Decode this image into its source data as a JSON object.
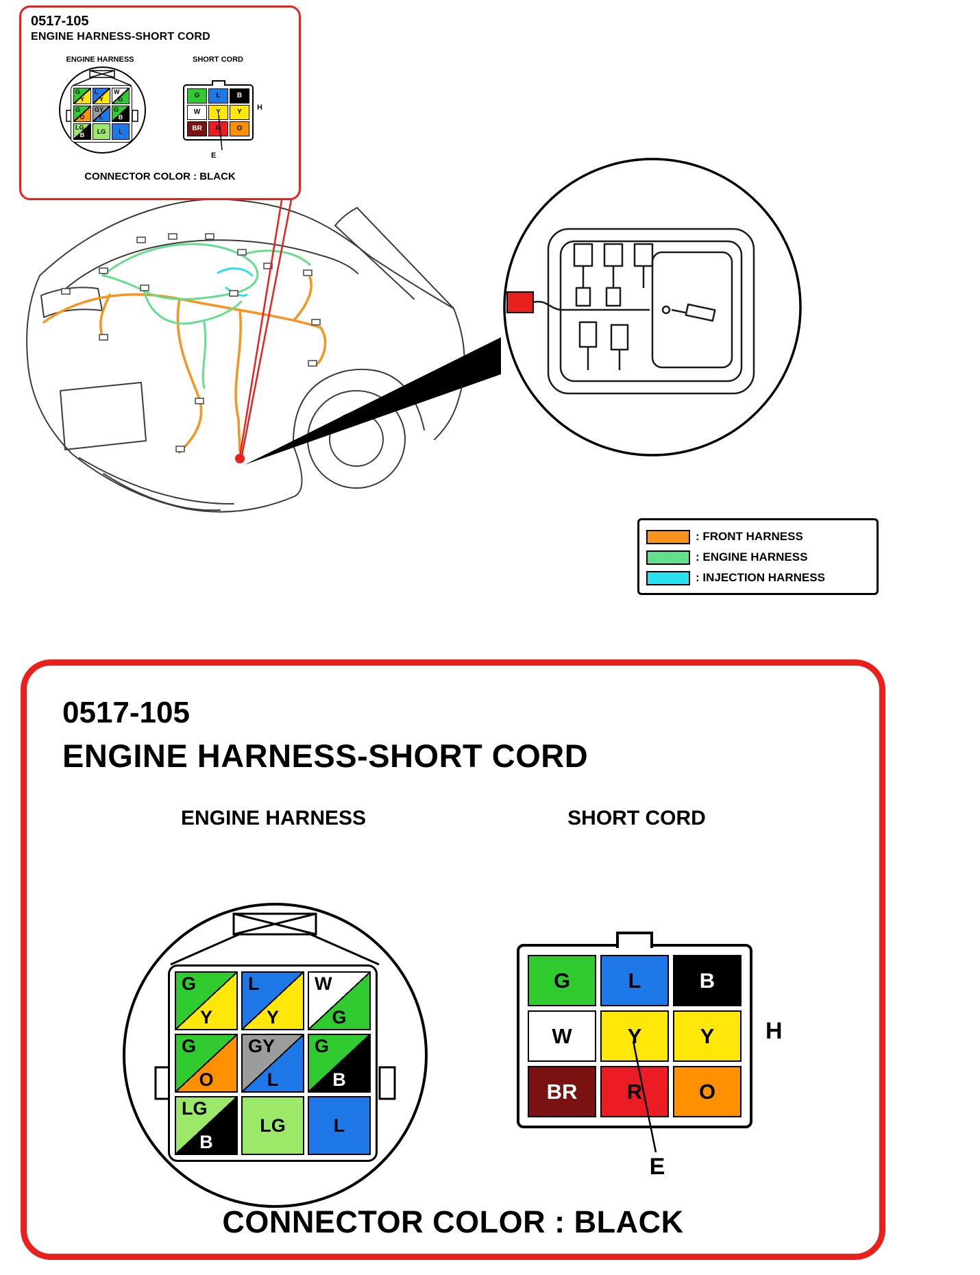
{
  "page": {
    "code": "0517-105",
    "title": "ENGINE HARNESS-SHORT CORD",
    "engine_harness_label": "ENGINE HARNESS",
    "short_cord_label": "SHORT CORD",
    "connector_color_text": "CONNECTOR COLOR : BLACK",
    "h_label": "H",
    "e_label": "E"
  },
  "colors": {
    "accent_red": "#E8211D",
    "black": "#000000",
    "white": "#FFFFFF"
  },
  "legend": {
    "items": [
      {
        "name": "front-harness",
        "label": ": FRONT HARNESS",
        "color": "#F7941D"
      },
      {
        "name": "engine-harness",
        "label": ": ENGINE HARNESS",
        "color": "#63DE8D"
      },
      {
        "name": "injection-harness",
        "label": ": INJECTION HARNESS",
        "color": "#29E0EE"
      }
    ]
  },
  "wire_colors": {
    "G": "#2FCB2F",
    "Y": "#FFE70A",
    "L": "#1E78E8",
    "W": "#FFFFFF",
    "O": "#FF9100",
    "GY": "#9C9C9C",
    "B": "#000000",
    "LG": "#9CE96A",
    "BR": "#7A1212",
    "R": "#EC1C24"
  },
  "engine_connector": {
    "cells": [
      {
        "top": "G",
        "bottom": "Y"
      },
      {
        "top": "L",
        "bottom": "Y"
      },
      {
        "top": "W",
        "bottom": "G"
      },
      {
        "top": "G",
        "bottom": "O"
      },
      {
        "top": "GY",
        "bottom": "L"
      },
      {
        "top": "G",
        "bottom": "B"
      },
      {
        "top": "LG",
        "bottom": "B"
      },
      {
        "top": "LG"
      },
      {
        "top": "L"
      }
    ]
  },
  "short_cord_connector": {
    "cells": [
      {
        "label": "G"
      },
      {
        "label": "L"
      },
      {
        "label": "B"
      },
      {
        "label": "W"
      },
      {
        "label": "Y"
      },
      {
        "label": "Y"
      },
      {
        "label": "BR"
      },
      {
        "label": "R"
      },
      {
        "label": "O"
      }
    ]
  }
}
